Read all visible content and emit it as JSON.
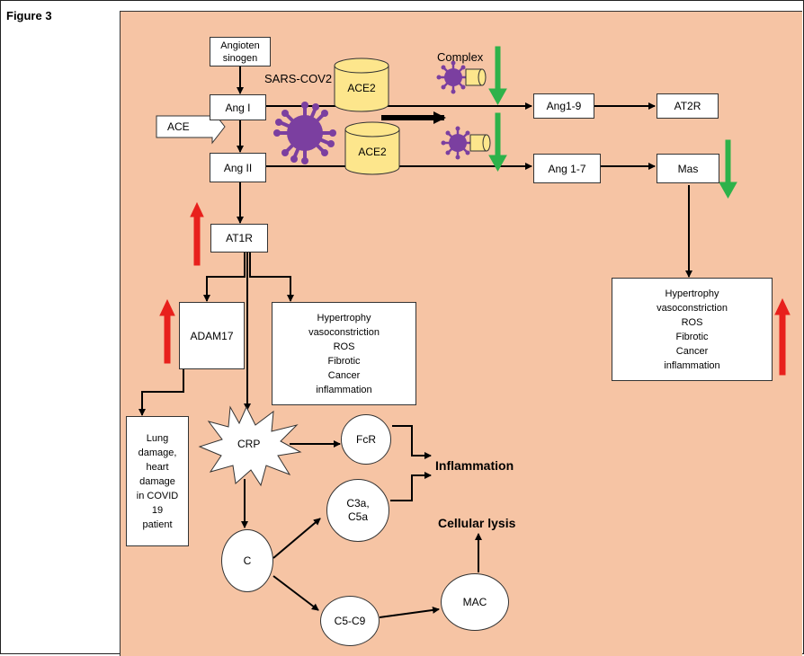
{
  "figure_label": "Figure 3",
  "nodes": {
    "angiotensinogen": "Angioten\nsinogen",
    "ang1": "Ang I",
    "ang2": "Ang II",
    "ace": "ACE",
    "at1r": "AT1R",
    "adam17": "ADAM17",
    "ang19": "Ang1-9",
    "at2r": "AT2R",
    "ang17": "Ang 1-7",
    "mas": "Mas",
    "effects_left": "Hypertrophy\nvasoconstriction\nROS\nFibrotic\nCancer\ninflammation",
    "effects_right": "Hypertrophy\nvasoconstriction\nROS\nFibrotic\nCancer\ninflammation",
    "lung_damage": "Lung\ndamage,\nheart\ndamage\nin COVID\n19\npatient",
    "crp": "CRP",
    "fcr": "FcR",
    "c3a_c5a": "C3a,\nC5a",
    "c": "C",
    "c5_c9": "C5-C9",
    "mac": "MAC"
  },
  "labels": {
    "sars_cov2": "SARS-COV2",
    "complex": "Complex",
    "ace2_top": "ACE2",
    "ace2_bottom": "ACE2",
    "inflammation": "Inflammation",
    "cellular_lysis": "Cellular lysis"
  },
  "colors": {
    "background": "#f6c4a4",
    "virus": "#7b3fa0",
    "cylinder": "#fde68c",
    "up_arrow": "#e8201c",
    "down_arrow": "#2db24a"
  }
}
